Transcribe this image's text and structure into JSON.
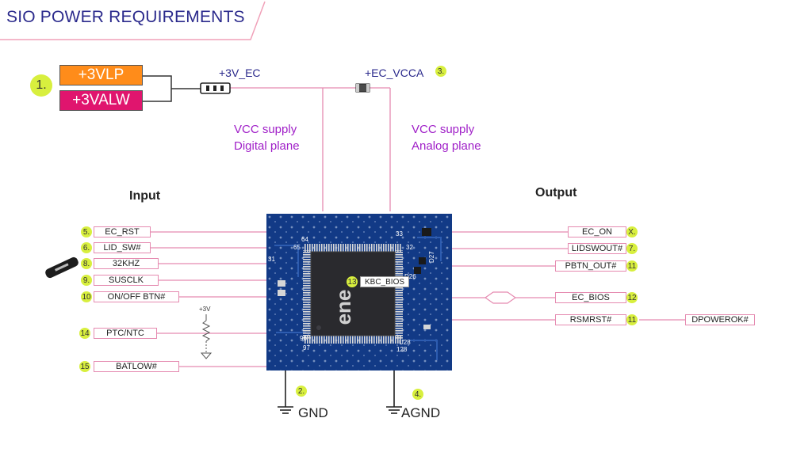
{
  "title": "SIO POWER REQUIREMENTS",
  "colors": {
    "title": "#2b2a8c",
    "wire": "#e58ab0",
    "badge": "#d8ef3e",
    "rail_vlp": "#ff8c1a",
    "rail_valw": "#e0156e",
    "plane_text": "#a020c8",
    "pcb": "#123a86"
  },
  "power": {
    "badge": "1.",
    "rail_1": "+3VLP",
    "rail_2": "+3VALW",
    "net_ec": "+3V_EC",
    "net_vcca": "+EC_VCCA",
    "vcca_badge": "3.",
    "digital_line1": "VCC supply",
    "digital_line2": "Digital plane",
    "analog_line1": "VCC supply",
    "analog_line2": "Analog plane"
  },
  "input_heading": "Input",
  "output_heading": "Output",
  "inputs": [
    {
      "badge": "5.",
      "label": "EC_RST"
    },
    {
      "badge": "6.",
      "label": "LID_SW#"
    },
    {
      "badge": "8.",
      "label": "32KHZ"
    },
    {
      "badge": "9.",
      "label": "SUSCLK"
    },
    {
      "badge": "10",
      "label": "ON/OFF BTN#"
    },
    {
      "badge": "14",
      "label": "PTC/NTC"
    },
    {
      "badge": "15",
      "label": "BATLOW#"
    }
  ],
  "ptc_supply": "+3V",
  "outputs": [
    {
      "badge": "X.",
      "label": "EC_ON"
    },
    {
      "badge": "7.",
      "label": "LIDSWOUT#"
    },
    {
      "badge": "11",
      "label": "PBTN_OUT#"
    },
    {
      "badge": "12",
      "label": "EC_BIOS"
    },
    {
      "badge": "11",
      "label": "RSMRST#"
    }
  ],
  "dpowerok": "DPOWEROK#",
  "chip": {
    "badge": "13",
    "tag": "KBC_BIOS",
    "brand": "ene",
    "silk": [
      "33",
      "64",
      "65",
      "32",
      "31",
      "96",
      "97",
      "128",
      "U28",
      "D26",
      "D27"
    ]
  },
  "gnd": {
    "badge": "2.",
    "label": "GND"
  },
  "agnd": {
    "badge": "4.",
    "label": "AGND"
  }
}
